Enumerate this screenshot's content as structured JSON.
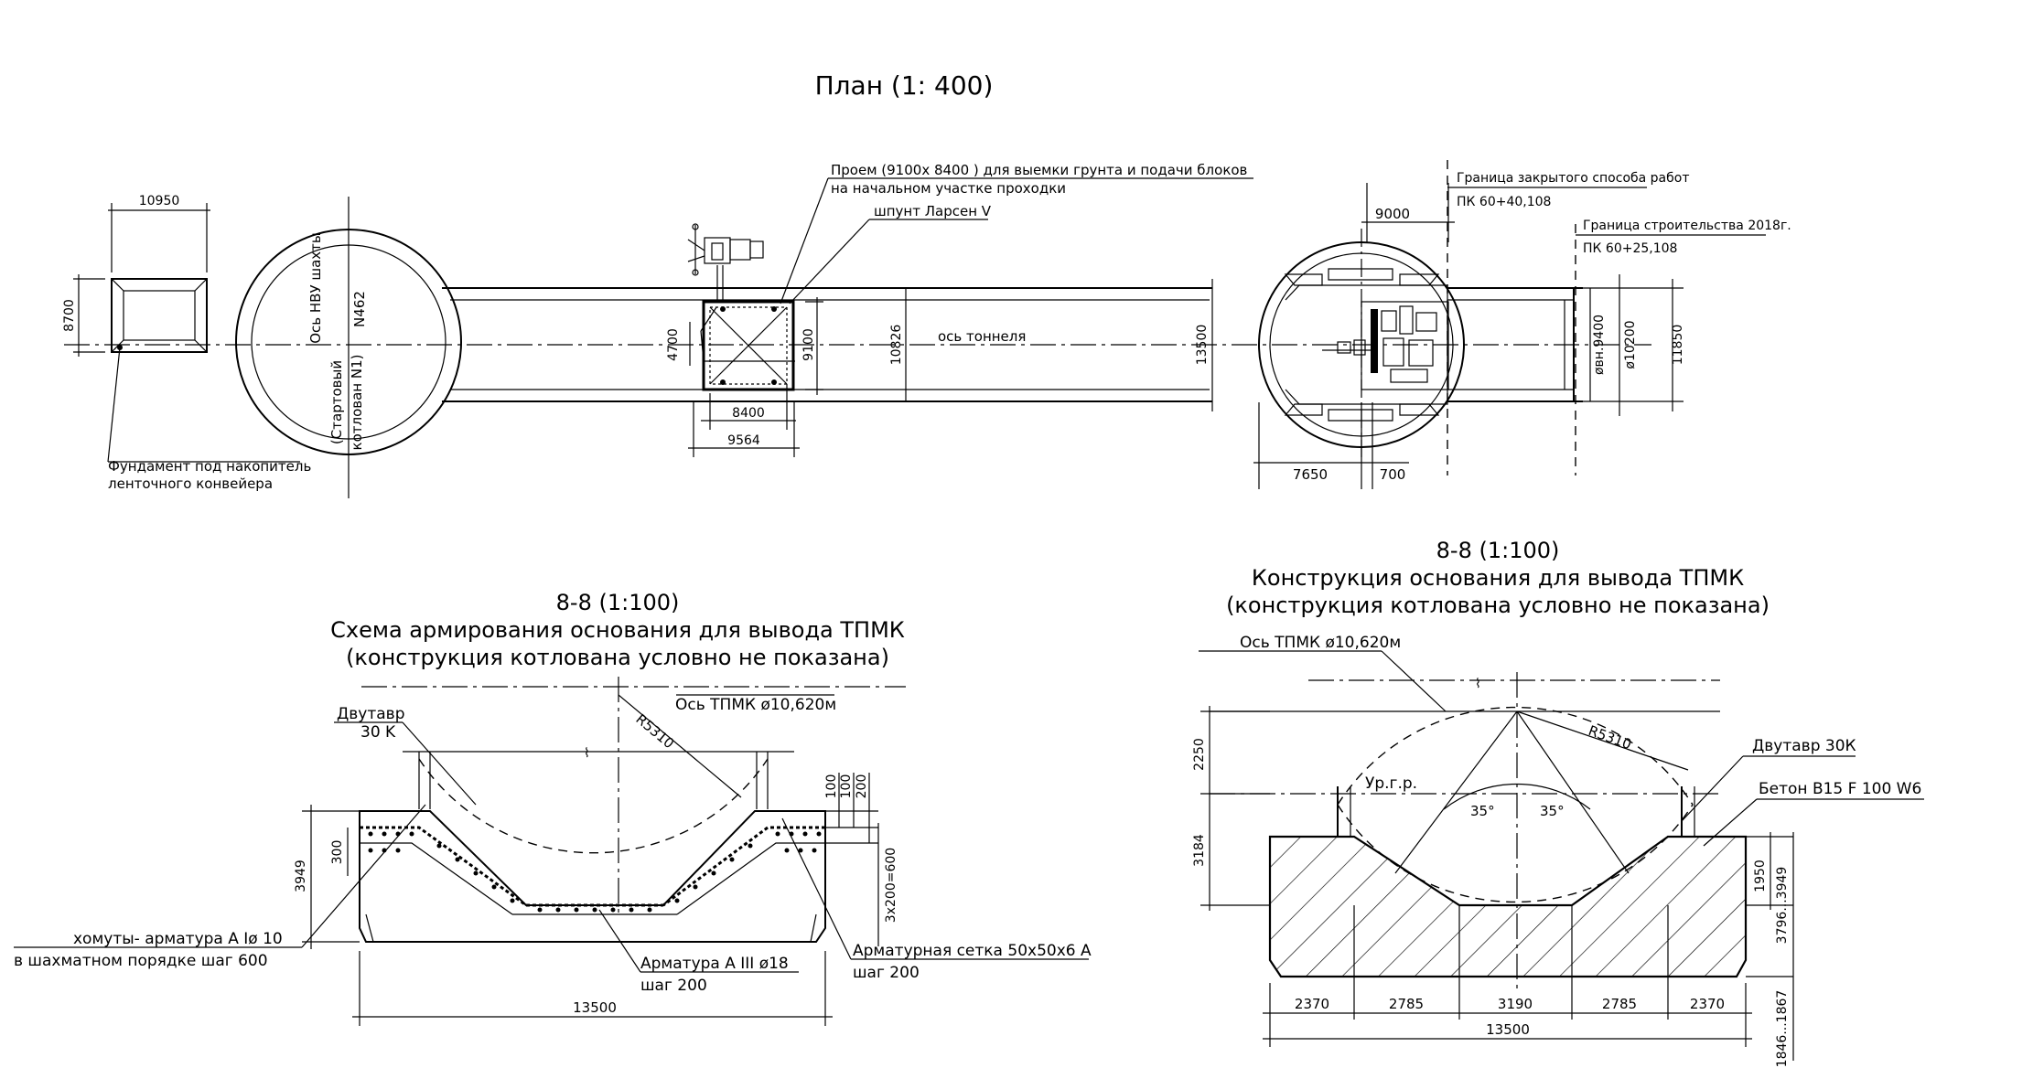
{
  "plan": {
    "title": "План (1: 400)",
    "dims": {
      "d10950": "10950",
      "d8700": "8700",
      "d4700": "4700",
      "d9100": "9100",
      "d10826": "10826",
      "d8400": "8400",
      "d9564": "9564",
      "d13500": "13500",
      "d9000": "9000",
      "d7650": "7650",
      "d700": "700",
      "dvn": "øвн.9400",
      "d10200": "ø10200",
      "d11850": "11850"
    },
    "labels": {
      "shaft_axis": "Ось НВУ шахты",
      "shaft_num": "N462",
      "pit1": "(Стартовый",
      "pit2": "котлован N1)",
      "tunnel_axis": "ось тоннеля",
      "opening1": "Проем  (9100x 8400 ) для выемки грунта  и подачи  блоков",
      "opening2": "на начальном участке проходки",
      "larsen": "шпунт Ларсен V",
      "boundary1": "Граница закрытого способа работ",
      "pk1": "ПК 60+40,108",
      "boundary2": "Граница строительства 2018г.",
      "pk2": "ПК 60+25,108",
      "foundation1": "Фундамент под накопитель",
      "foundation2": "ленточного конвейера"
    }
  },
  "left_section": {
    "title1": "8-8 (1:100)",
    "title2": "Схема армирования основания для вывода ТПМК",
    "title3": "(конструкция котлована условно не показана)",
    "axis": "Ось ТПМК ø10,620м",
    "radius": "R5310",
    "dvutavr1": "Двутавр",
    "dvutavr2": "30 K",
    "d100a": "100",
    "d100b": "100",
    "d200": "200",
    "d3949": "3949",
    "d300": "300",
    "d3x200": "3x200=600",
    "d13500": "13500",
    "stirrups1": "хомуты- арматура А Iø 10",
    "stirrups2": "в шахматном порядке шаг 600",
    "rebar1": "Арматура А III  ø18",
    "rebar2": "шаг 200",
    "mesh1": "Арматурная сетка 50х50х6 А",
    "mesh2": "шаг 200"
  },
  "right_section": {
    "title1": "8-8 (1:100)",
    "title2": "Конструкция основания для вывода ТПМК",
    "title3": "(конструкция котлована условно не показана)",
    "axis": "Ось ТПМК ø10,620м",
    "radius": "R5310",
    "ground": "Ур.г.р.",
    "angle1": "35°",
    "angle2": "35°",
    "dvutavr": "Двутавр 30К",
    "concrete": "Бетон В15 F 100 W6",
    "d2250": "2250",
    "d3184": "3184",
    "d1950": "1950",
    "d3796": "3796...3949",
    "d1846": "1846...1867",
    "b1": "2370",
    "b2": "2785",
    "b3": "3190",
    "b4": "2785",
    "b5": "2370",
    "total": "13500"
  }
}
